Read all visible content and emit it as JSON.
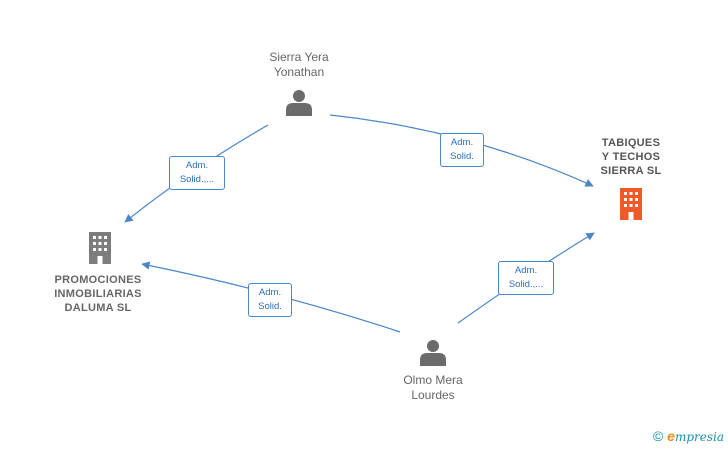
{
  "colors": {
    "edge": "#4a86c8",
    "person": "#6b6b6b",
    "company": "#7d7d7d",
    "company_highlight": "#f05a28"
  },
  "nodes": {
    "sierra": {
      "type": "person",
      "name_line1": "Sierra Yera",
      "name_line2": "Yonathan"
    },
    "olmo": {
      "type": "person",
      "name_line1": "Olmo Mera",
      "name_line2": "Lourdes"
    },
    "tabiques": {
      "type": "company",
      "highlight": true,
      "name_line1": "TABIQUES",
      "name_line2": "Y TECHOS",
      "name_line3": "SIERRA SL"
    },
    "promociones": {
      "type": "company",
      "highlight": false,
      "name_line1": "PROMOCIONES",
      "name_line2": "INMOBILIARIAS",
      "name_line3": "DALUMA SL"
    }
  },
  "edges": [
    {
      "from": "sierra",
      "to": "tabiques",
      "label_line1": "Adm.",
      "label_line2": "Solid."
    },
    {
      "from": "sierra",
      "to": "promociones",
      "label_line1": "Adm.",
      "label_line2": "Solid.,..."
    },
    {
      "from": "olmo",
      "to": "promociones",
      "label_line1": "Adm.",
      "label_line2": "Solid."
    },
    {
      "from": "olmo",
      "to": "tabiques",
      "label_line1": "Adm.",
      "label_line2": "Solid.,..."
    }
  ],
  "branding": {
    "copyright": "©",
    "logo_letter": "e",
    "name": "mpresia"
  }
}
